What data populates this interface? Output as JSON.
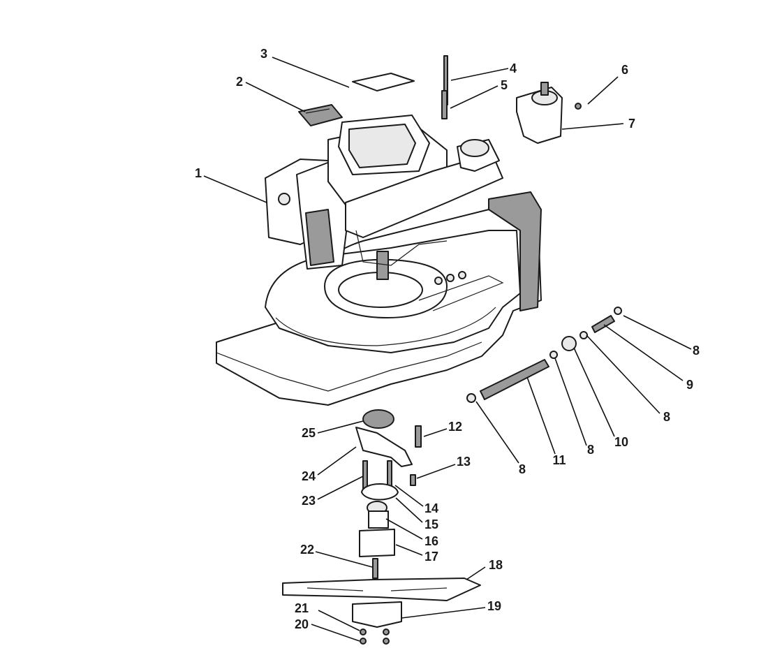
{
  "callouts": [
    "1",
    "2",
    "3",
    "4",
    "5",
    "6",
    "7",
    "8",
    "9",
    "8",
    "10",
    "8",
    "11",
    "8",
    "12",
    "13",
    "14",
    "15",
    "16",
    "17",
    "18",
    "19",
    "20",
    "21",
    "22",
    "23",
    "24",
    "25"
  ]
}
